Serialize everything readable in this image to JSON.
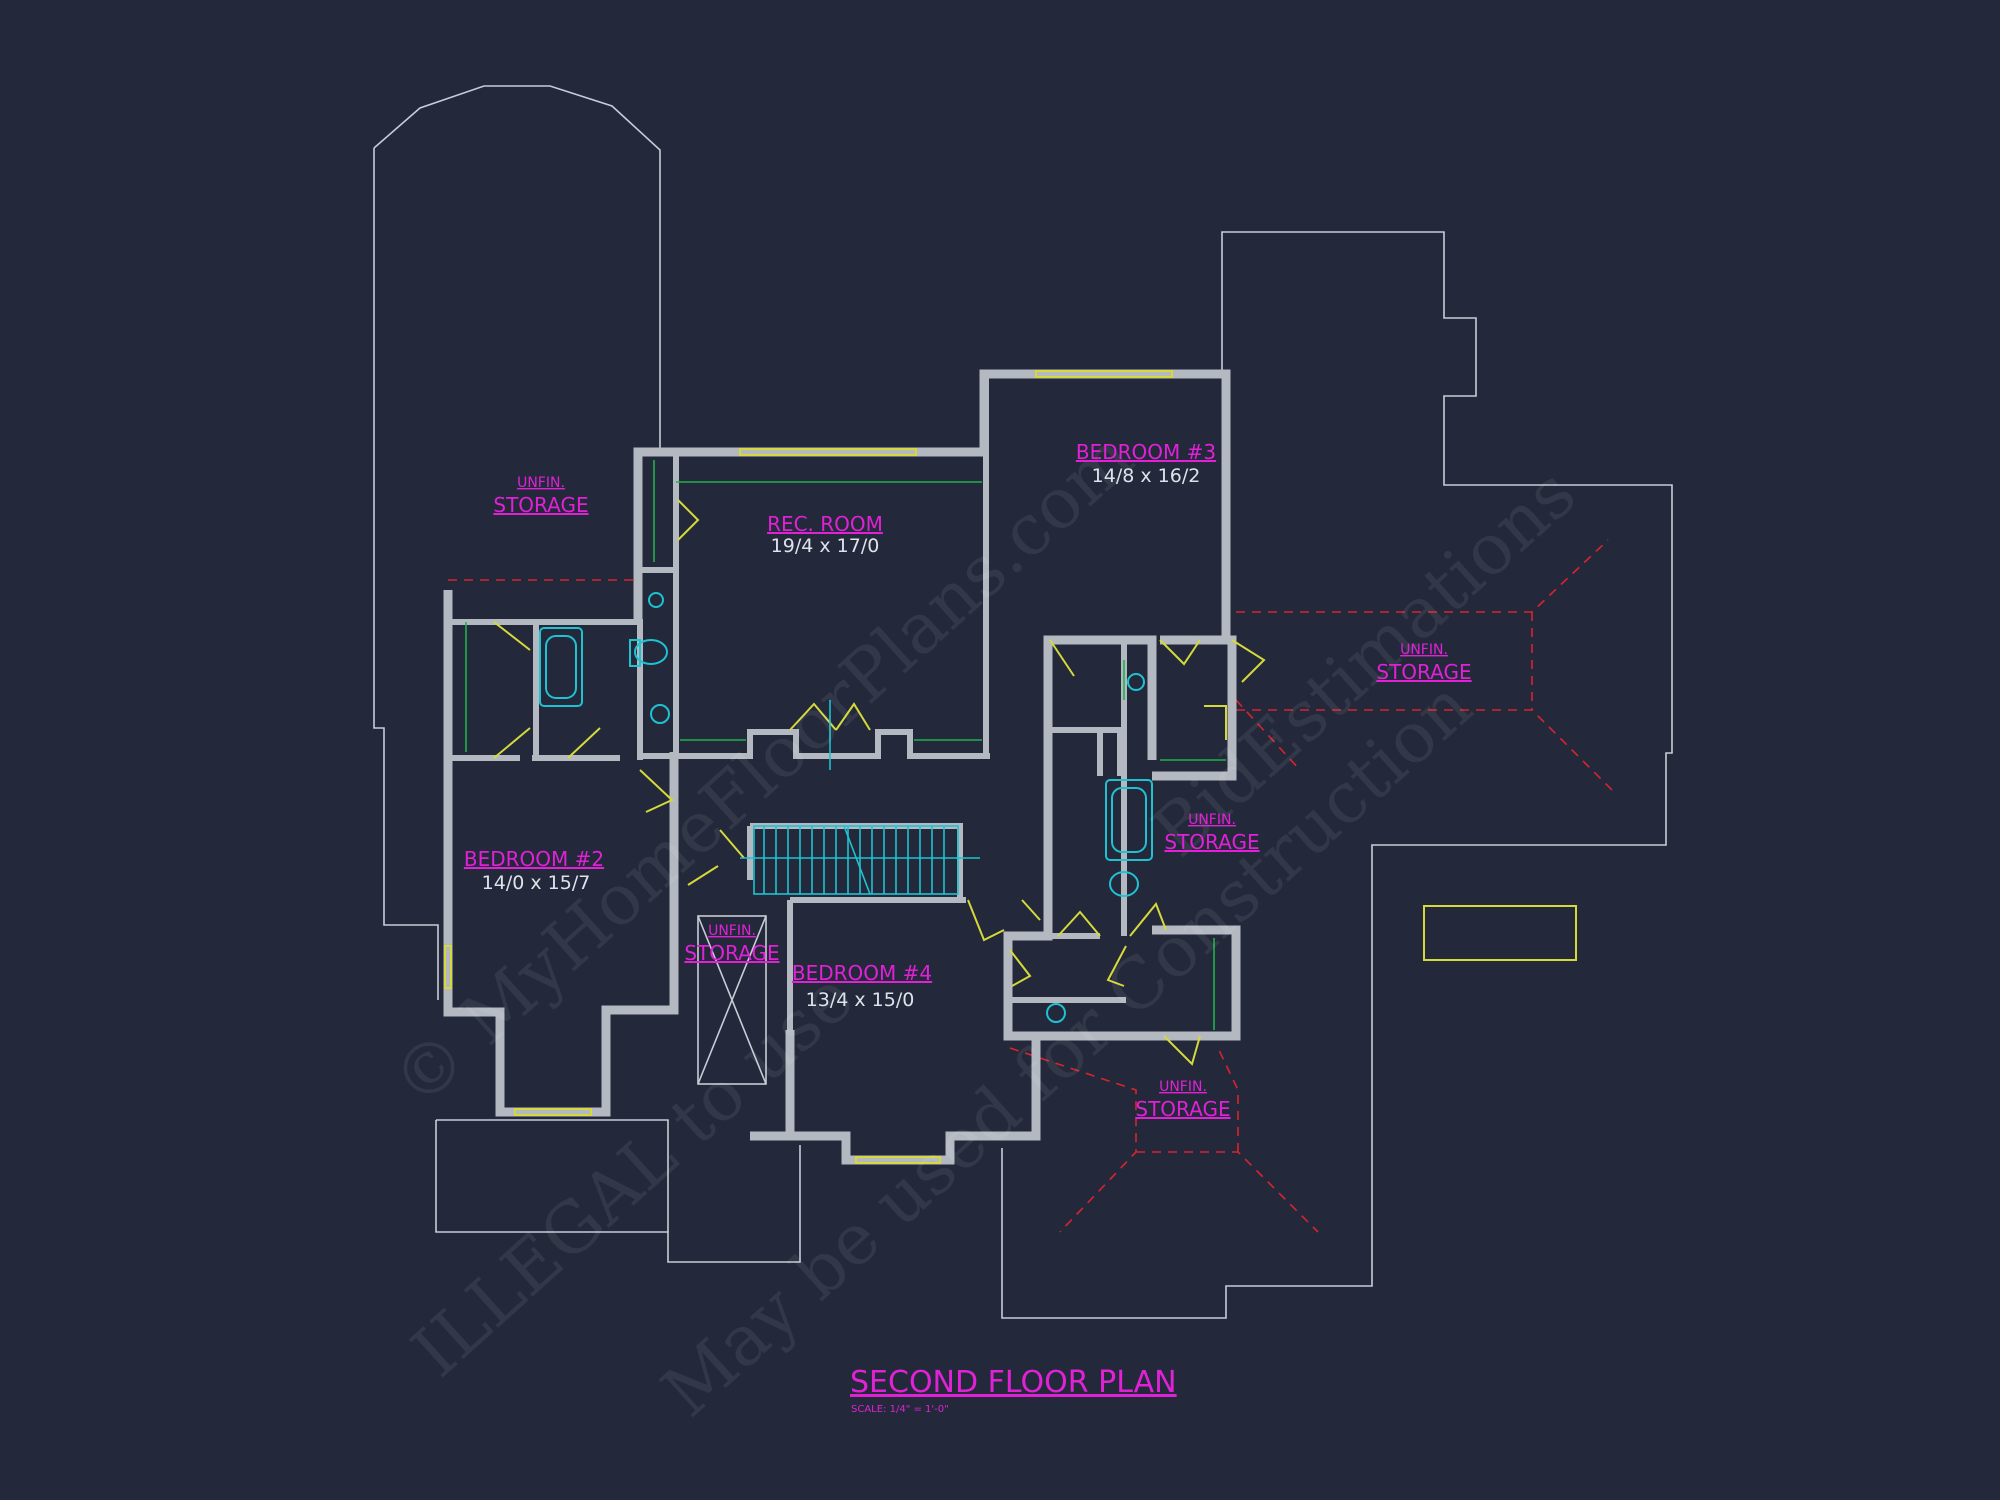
{
  "rooms": {
    "rec_room": {
      "name": "REC. ROOM",
      "dims": "19/4 x 17/0"
    },
    "bedroom_2": {
      "name": "BEDROOM #2",
      "dims": "14/0 x 15/7"
    },
    "bedroom_3": {
      "name": "BEDROOM #3",
      "dims": "14/8 x 16/2"
    },
    "bedroom_4": {
      "name": "BEDROOM #4",
      "dims": "13/4 x 15/0"
    }
  },
  "storage": [
    {
      "line1": "UNFIN.",
      "line2": "STORAGE"
    },
    {
      "line1": "UNFIN.",
      "line2": "STORAGE"
    },
    {
      "line1": "UNFIN.",
      "line2": "STORAGE"
    },
    {
      "line1": "UNFIN.",
      "line2": "STORAGE"
    },
    {
      "line1": "UNFIN.",
      "line2": "STORAGE"
    }
  ],
  "title": "SECOND FLOOR PLAN",
  "scale": "SCALE: 1/4\" = 1'-0\"",
  "watermarks": [
    "© MyHomeFloorPlans.com",
    "ILLEGAL to use",
    "May be used for Construction",
    "BidEstimations"
  ],
  "colors": {
    "background": "#23293b",
    "labels": "#e021d6",
    "walls": "#b4b8c1",
    "roof_lines": "#d8242f",
    "doors_windows": "#d6d93a",
    "fixtures": "#1ec2d1",
    "closet_rods": "#1fb34a"
  }
}
